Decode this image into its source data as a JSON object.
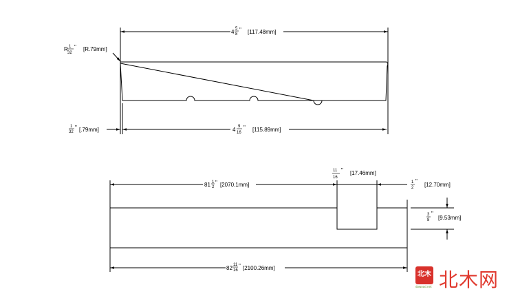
{
  "top_view": {
    "overall_width": {
      "whole": "4",
      "num": "5",
      "den": "8",
      "unit": "\"",
      "mm": "[117.48mm]"
    },
    "radius": {
      "prefix": "R",
      "num": "1",
      "den": "32",
      "unit": "\"",
      "mm": "[R.79mm]"
    },
    "offset": {
      "num": "1",
      "den": "32",
      "unit": "\"",
      "mm": "[.79mm]"
    },
    "inner_width": {
      "whole": "4",
      "num": "9",
      "den": "16",
      "unit": "\"",
      "mm": "[115.89mm]"
    }
  },
  "side_view": {
    "left_length": {
      "whole": "81",
      "num": "1",
      "den": "2",
      "unit": "\"",
      "mm": "[2070.1mm]"
    },
    "notch_width": {
      "num": "11",
      "den": "16",
      "unit": "\"",
      "mm": "[17.46mm]"
    },
    "right_length": {
      "num": "1",
      "den": "2",
      "unit": "\"",
      "mm": "[12.70mm]"
    },
    "notch_depth": {
      "num": "3",
      "den": "8",
      "unit": "\"",
      "mm": "[9.53mm]"
    },
    "overall_length": {
      "whole": "82",
      "num": "11",
      "den": "16",
      "unit": "\"",
      "mm": "[2100.26mm]"
    }
  },
  "watermark": {
    "badge": "北木",
    "text": "北木网",
    "url": "dowood.net"
  }
}
